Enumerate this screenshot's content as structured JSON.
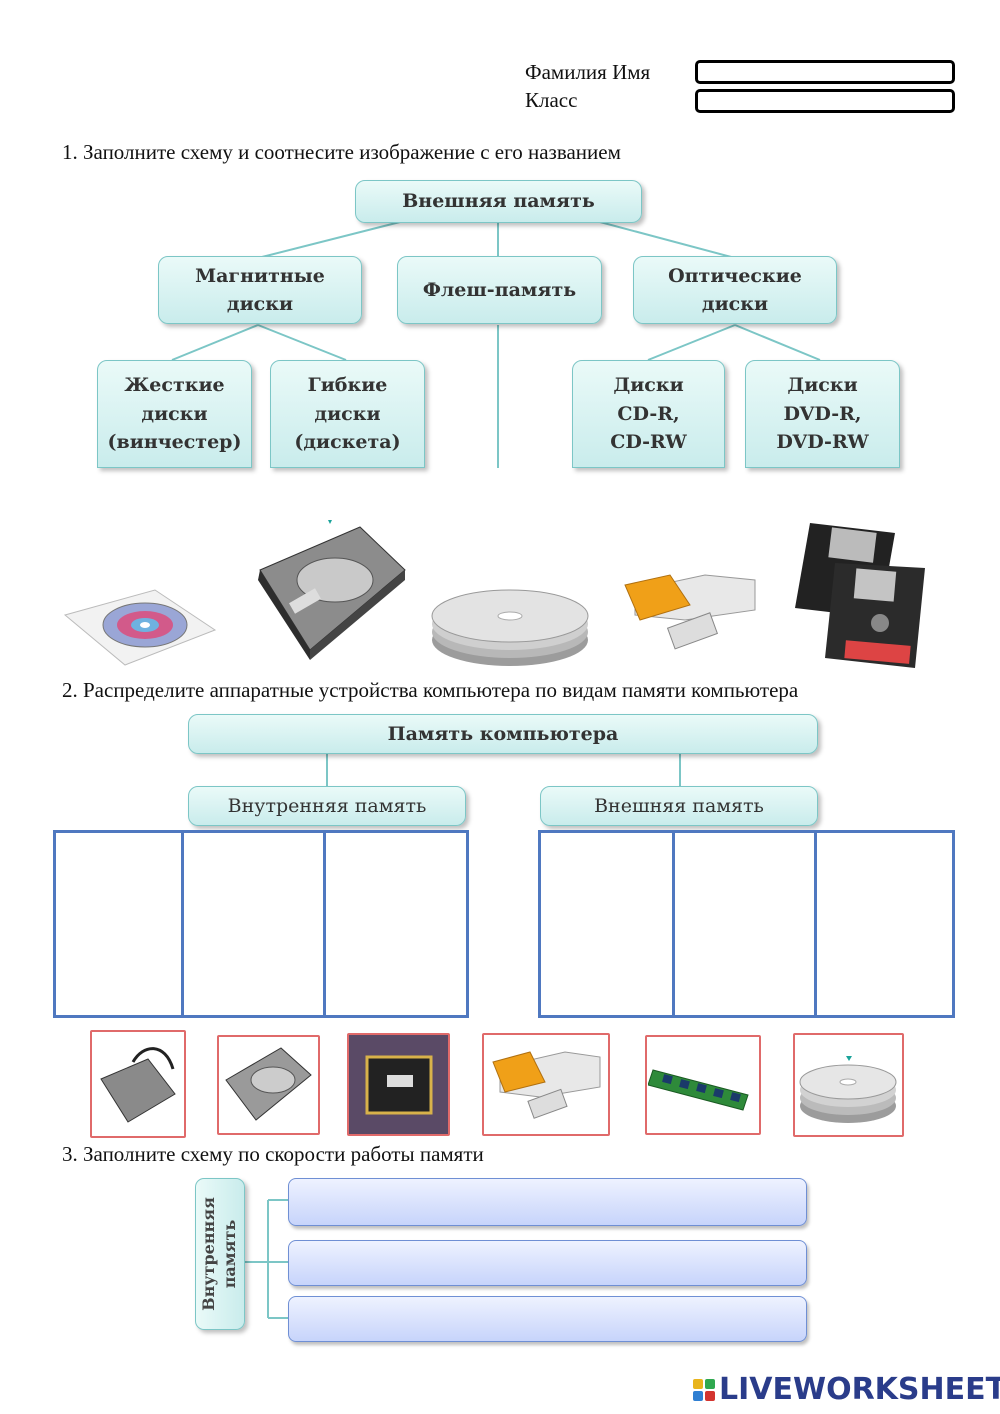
{
  "header": {
    "name_label": "Фамилия Имя",
    "class_label": "Класс"
  },
  "q1": {
    "title": "1. Заполните схему и соотнесите изображение с его названием",
    "root": "Внешняя память",
    "magnetic": "Магнитные\nдиски",
    "flash": "Флеш-память",
    "optical": "Оптические\nдиски",
    "hard": "Жесткие\nдиски\n(винчестер)",
    "floppy": "Гибкие\nдиски\n(дискета)",
    "cd": "Диски\nCD-R,\nCD-RW",
    "dvd": "Диски\nDVD-R,\nDVD-RW",
    "images": [
      "cd-case-image",
      "hard-drive-image",
      "disc-stack-image",
      "usb-flash-image",
      "floppy-disks-image"
    ]
  },
  "q2": {
    "title": "2. Распределите аппаратные устройства компьютера по видам памяти компьютера",
    "root": "Память компьютера",
    "internal": "Внутренняя память",
    "external": "Внешняя память",
    "images": [
      "external-hdd-image",
      "hard-drive-image",
      "chip-image",
      "usb-flash-image",
      "ram-module-image",
      "disc-stack-image"
    ]
  },
  "q3": {
    "title": "3. Заполните схему по скорости работы памяти",
    "side_label": "Внутренняя\nпамять"
  },
  "logo": {
    "text": "LIVEWORKSHEETS"
  },
  "colors": {
    "teal_box": "#c9ecec",
    "teal_line": "#7cc6c6",
    "cell_border": "#4f78c0",
    "pic_border": "#e06a6a",
    "logo": "#2a3c8a"
  }
}
